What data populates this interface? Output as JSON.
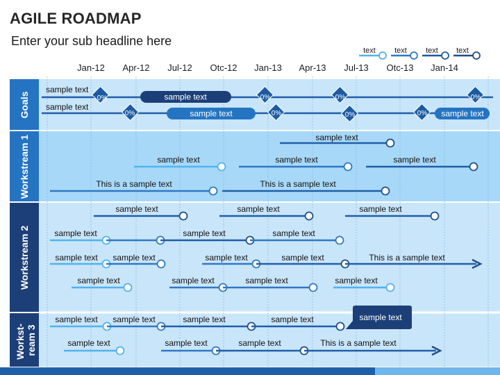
{
  "title": "AGILE ROADMAP",
  "subtitle": "Enter your sub headline here",
  "colors": {
    "dark": "#1F4E8A",
    "mid": "#2F78C4",
    "light": "#4FB3EE",
    "milestone": "#1C5BA3",
    "row_label": "#2474C2",
    "row_label_dark": "#1C3F78",
    "band_light": "#C9E5FA",
    "band_mid": "#A8D8F8",
    "grid": "#8BBBE0",
    "bottom_bar": "#1F5FA8"
  },
  "legend": [
    "text",
    "text",
    "text",
    "text"
  ],
  "timeline": [
    "Jan-12",
    "Apr-12",
    "Jul-12",
    "Otc-12",
    "Jan-13",
    "Apr-13",
    "Jul-13",
    "Otc-13",
    "Jan-14"
  ],
  "rows": [
    {
      "label": "Goals"
    },
    {
      "label": "Workstream 1"
    },
    {
      "label": "Workstream 2"
    },
    {
      "label": "Workst-\nream 3"
    }
  ],
  "goals": {
    "line1": {
      "text": "sample text",
      "pill": "sample text",
      "milestones": [
        "0%",
        "0%",
        "0%",
        "0%"
      ]
    },
    "line2": {
      "text": "sample text",
      "pill": "sample text",
      "pill2": "sample text",
      "milestones": [
        "0%",
        "0%",
        "0%",
        "0%"
      ]
    }
  },
  "workstream1": [
    {
      "labels": [
        "sample text"
      ]
    },
    {
      "labels": [
        "sample text",
        "sample text",
        "sample text"
      ]
    },
    {
      "labels": [
        "This is a sample text",
        "This is a sample text"
      ]
    }
  ],
  "workstream2": [
    {
      "labels": [
        "sample text",
        "sample text",
        "sample text"
      ]
    },
    {
      "labels": [
        "sample text",
        "sample text",
        "sample text"
      ]
    },
    {
      "labels": [
        "sample text",
        "sample text",
        "sample text",
        "sample text",
        "This is a sample text"
      ]
    },
    {
      "labels": [
        "sample text",
        "sample text",
        "sample text",
        "sample text"
      ]
    }
  ],
  "workstream3": [
    {
      "labels": [
        "sample text",
        "sample text",
        "sample text",
        "sample text"
      ]
    },
    {
      "labels": [
        "sample text",
        "sample text",
        "sample text",
        "This is a sample text"
      ]
    }
  ],
  "callout": "sample text"
}
